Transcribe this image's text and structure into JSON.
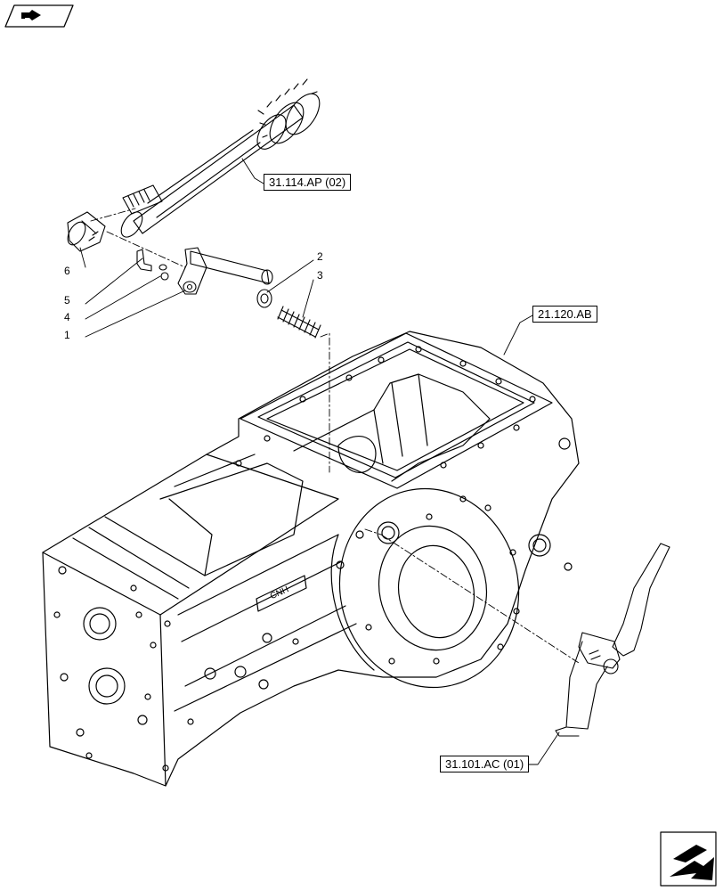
{
  "references": {
    "shaft_ref": "31.114.AP (02)",
    "housing_ref": "21.120.AB",
    "lever_ref": "31.101.AC (01)"
  },
  "callouts": [
    "1",
    "2",
    "3",
    "4",
    "5",
    "6"
  ],
  "housing_text": "CNH",
  "icons": {
    "top_left": "book-with-arrow-icon",
    "bottom_right": "previous-page-arrow-icon"
  }
}
